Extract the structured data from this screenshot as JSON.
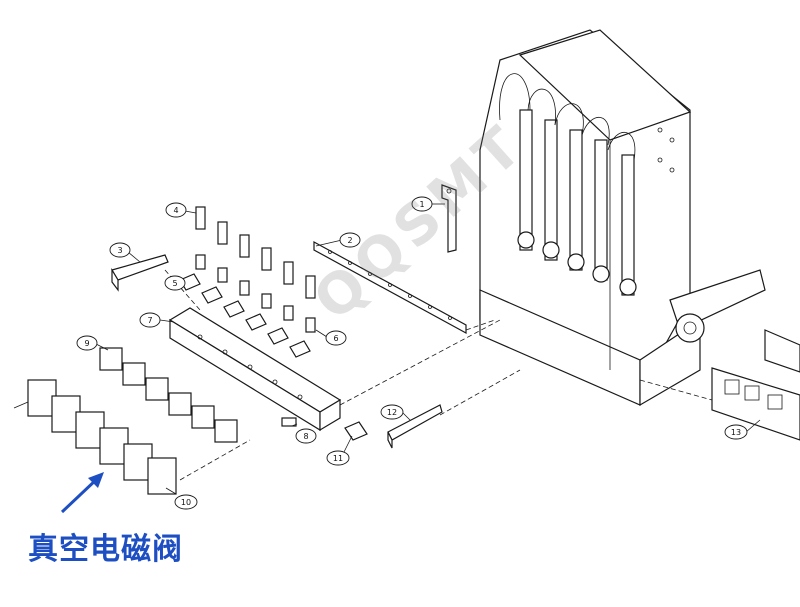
{
  "caption": "真空电磁阀",
  "watermark": "QQSMT",
  "colors": {
    "caption": "#1e4fc2",
    "line": "#1a1a1a",
    "watermark": "#9a9a9a"
  },
  "callouts": [
    "1",
    "2",
    "3",
    "4",
    "5",
    "6",
    "7",
    "8",
    "9",
    "10",
    "11",
    "12",
    "13"
  ]
}
